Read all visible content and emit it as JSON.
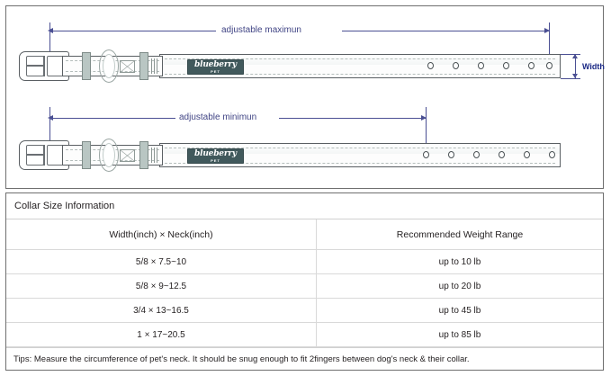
{
  "diagram": {
    "max_label": "adjustable maximun",
    "min_label": "adjustable minimun",
    "width_label": "Width",
    "brand": "blueberry",
    "brand_sub": "PET",
    "accent_color": "#4a4f93",
    "patch_color": "#41595c",
    "hardware_color": "#b9c6c3",
    "hole_count_top": 6,
    "hole_count_bottom": 6
  },
  "table": {
    "title": "Collar Size Information",
    "columns": [
      "Width(inch)  ×  Neck(inch)",
      "Recommended Weight Range"
    ],
    "rows": [
      {
        "size": "5/8 × 7.5~10",
        "weight": "up to 10 lb"
      },
      {
        "size": "5/8 × 9~12.5",
        "weight": "up to 20 lb"
      },
      {
        "size": "3/4 × 13~16.5",
        "weight": "up to 45 lb"
      },
      {
        "size": "1 × 17~20.5",
        "weight": "up to 85 lb"
      }
    ],
    "tips": "Tips: Measure the circumference of pet's neck. It should be snug enough to fit 2fingers between dog's neck & their collar."
  }
}
